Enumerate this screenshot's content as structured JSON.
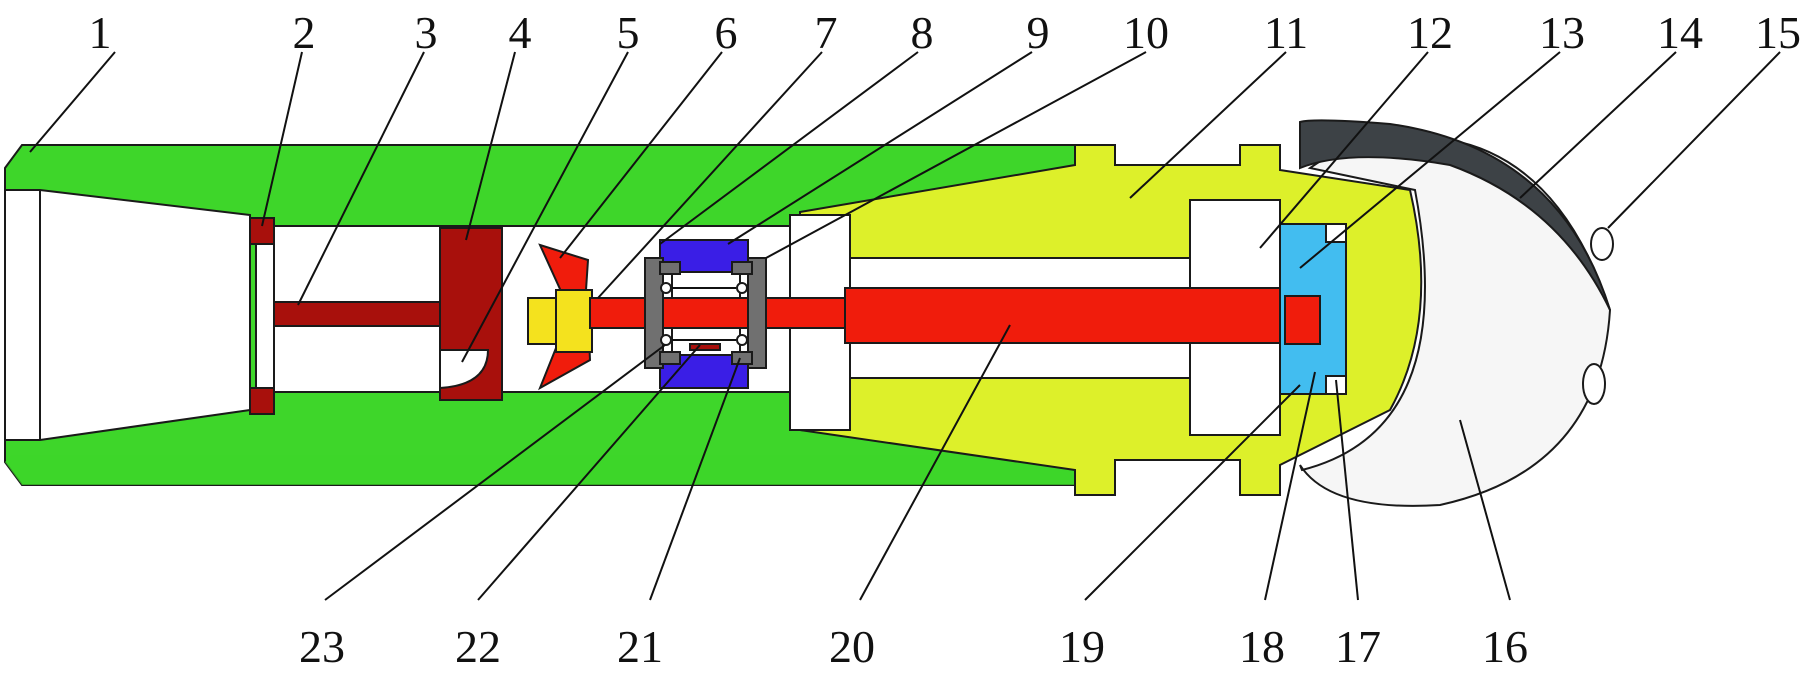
{
  "figure": {
    "colors": {
      "housing": "#3ed62a",
      "rotor_housing": "#ddf02a",
      "shaft": "#f01c0c",
      "dark_red": "#a8100c",
      "bearing_block": "#3a1ee6",
      "bearing_ring": "#707070",
      "seal_ring": "#42bdf0",
      "nozzle": "#f6f6f6",
      "cap": "#3d4246",
      "nut": "#f4e21e"
    },
    "top_labels": [
      {
        "id": "1",
        "text": "1"
      },
      {
        "id": "2",
        "text": "2"
      },
      {
        "id": "3",
        "text": "3"
      },
      {
        "id": "4",
        "text": "4"
      },
      {
        "id": "5",
        "text": "5"
      },
      {
        "id": "6",
        "text": "6"
      },
      {
        "id": "7",
        "text": "7"
      },
      {
        "id": "8",
        "text": "8"
      },
      {
        "id": "9",
        "text": "9"
      },
      {
        "id": "10",
        "text": "10"
      },
      {
        "id": "11",
        "text": "11"
      },
      {
        "id": "12",
        "text": "12"
      },
      {
        "id": "13",
        "text": "13"
      },
      {
        "id": "14",
        "text": "14"
      },
      {
        "id": "15",
        "text": "15"
      }
    ],
    "bottom_labels": [
      {
        "id": "23",
        "text": "23"
      },
      {
        "id": "22",
        "text": "22"
      },
      {
        "id": "21",
        "text": "21"
      },
      {
        "id": "20",
        "text": "20"
      },
      {
        "id": "19",
        "text": "19"
      },
      {
        "id": "18",
        "text": "18"
      },
      {
        "id": "17",
        "text": "17"
      },
      {
        "id": "16",
        "text": "16"
      }
    ]
  }
}
